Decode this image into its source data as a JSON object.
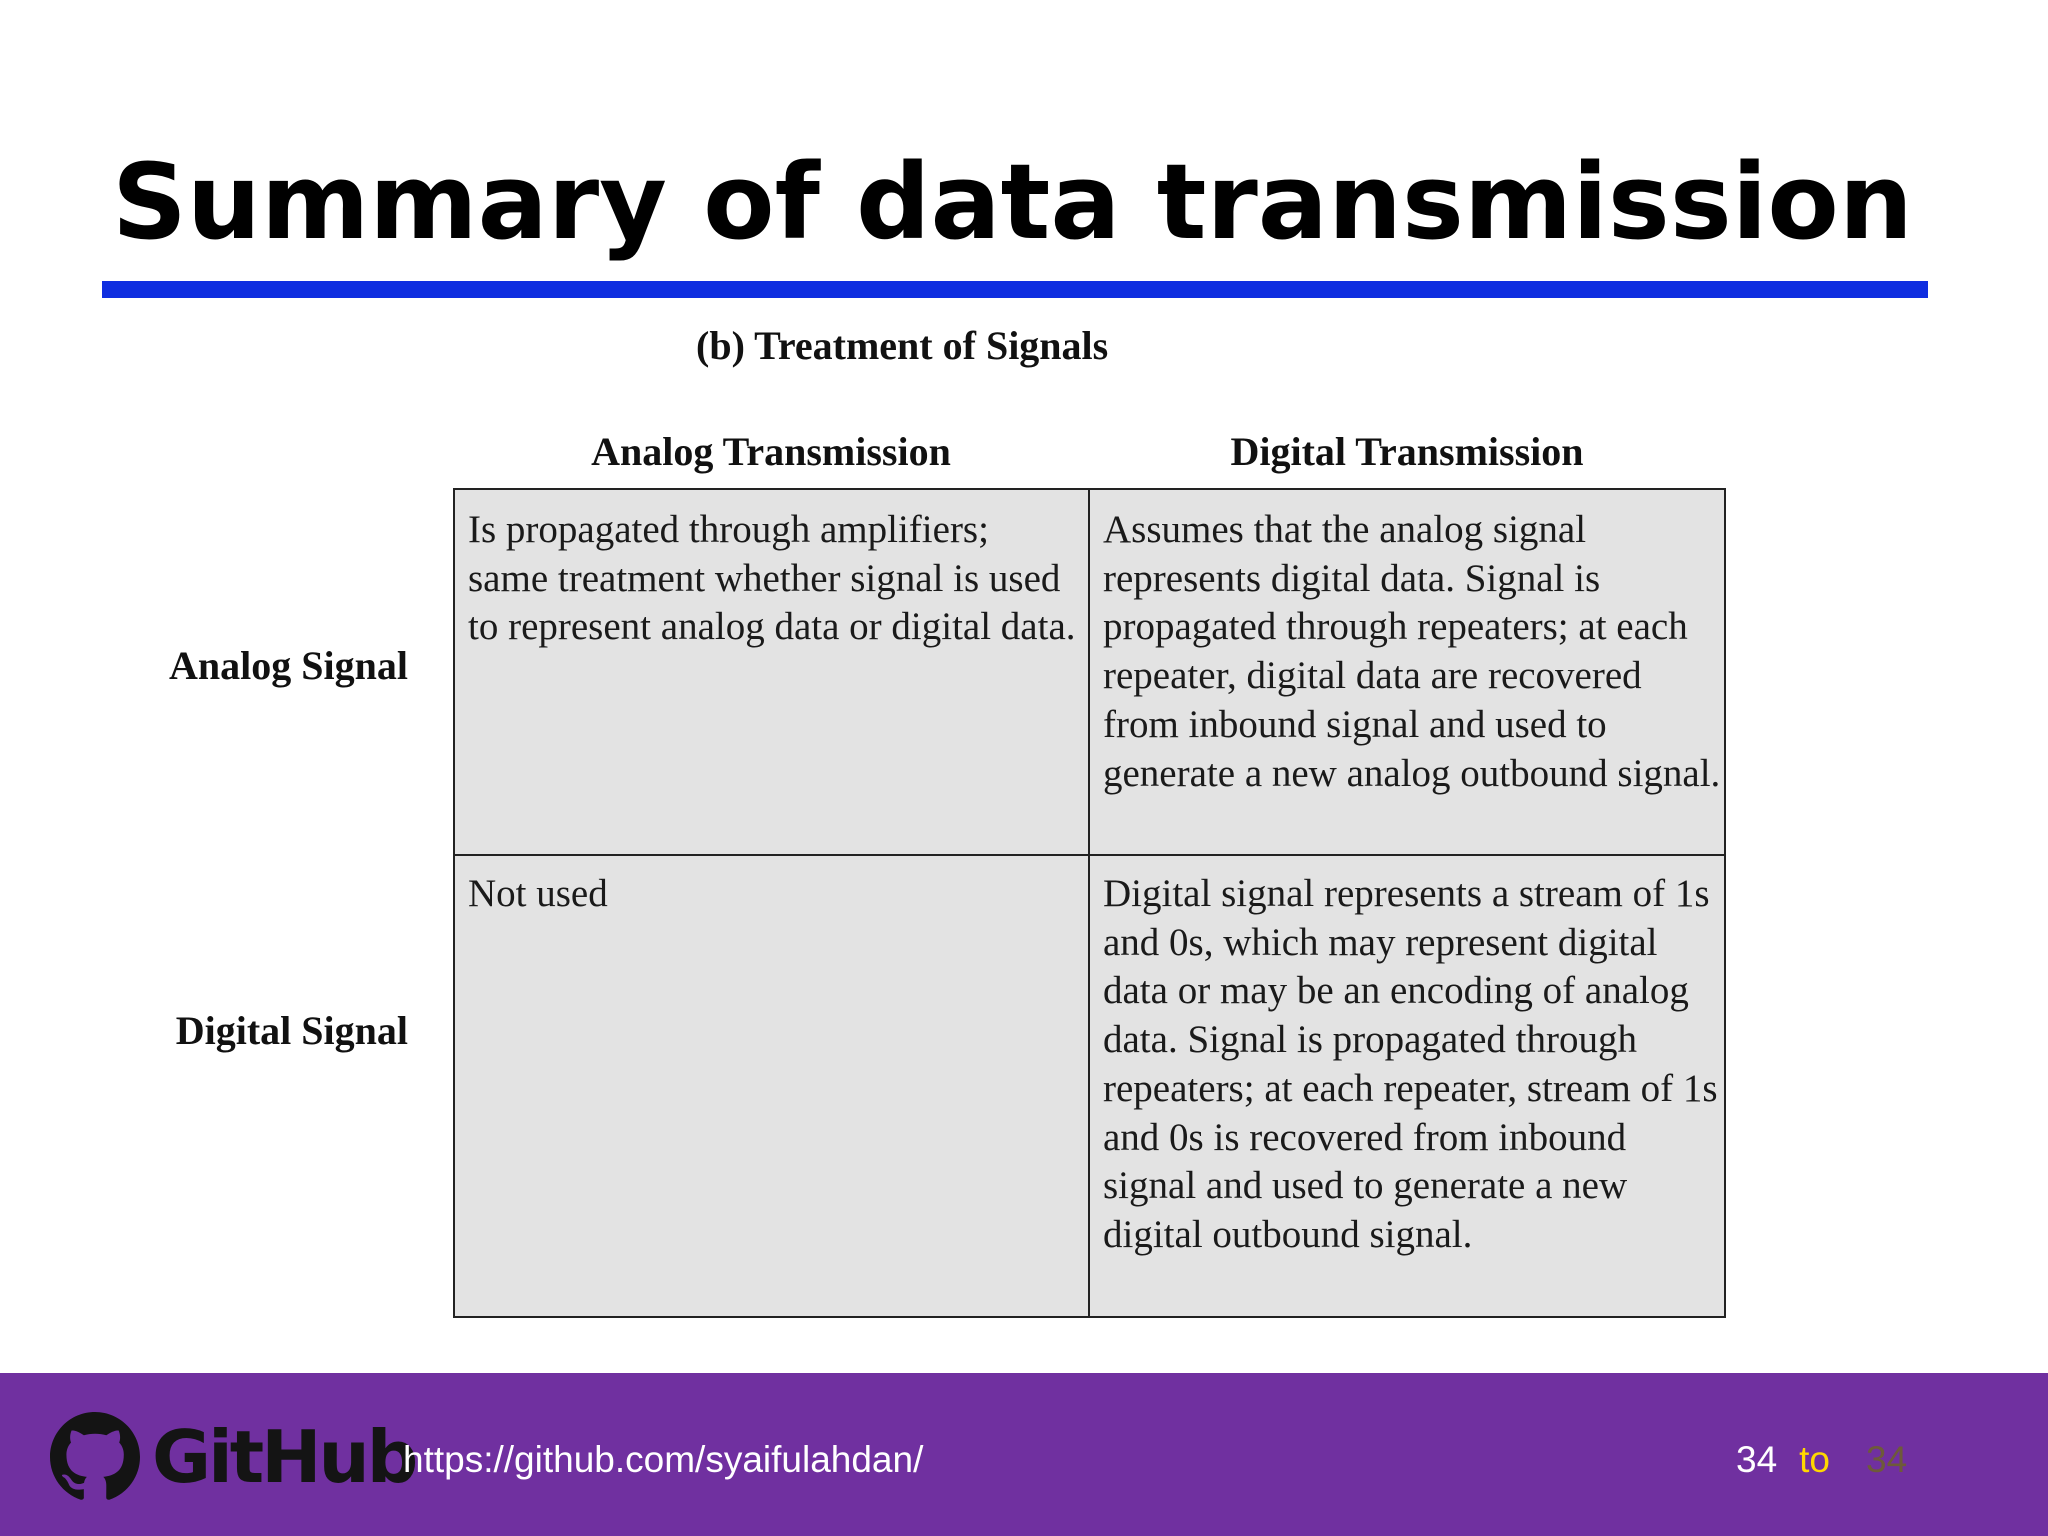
{
  "slide": {
    "title": "Summary of data transmission",
    "accent_color": "#0f2ee0"
  },
  "table": {
    "caption": "(b) Treatment of Signals",
    "columns": [
      "Analog Transmission",
      "Digital Transmission"
    ],
    "rows": [
      {
        "label": "Analog Signal",
        "cells": [
          "Is propagated through amplifiers; same treatment whether signal is used to represent analog data or digital data.",
          "Assumes that the analog signal represents digital data. Signal is propagated through repeaters; at each repeater, digital data are recovered from inbound signal and used to generate a new analog outbound signal."
        ]
      },
      {
        "label": "Digital Signal",
        "cells": [
          "Not used",
          "Digital signal represents a stream of 1s and 0s, which may represent digital data or may be an encoding of analog data. Signal is propagated through repeaters; at each repeater, stream of 1s and 0s is recovered from inbound signal and used to generate a new digital outbound signal."
        ]
      }
    ]
  },
  "footer": {
    "background_color": "#7030a0",
    "logo_icon": "github-octocat-icon",
    "logo_text": "GitHub",
    "url": "https://github.com/syaifulahdan/",
    "page_current": "34",
    "page_separator": "to",
    "page_total": "34"
  }
}
